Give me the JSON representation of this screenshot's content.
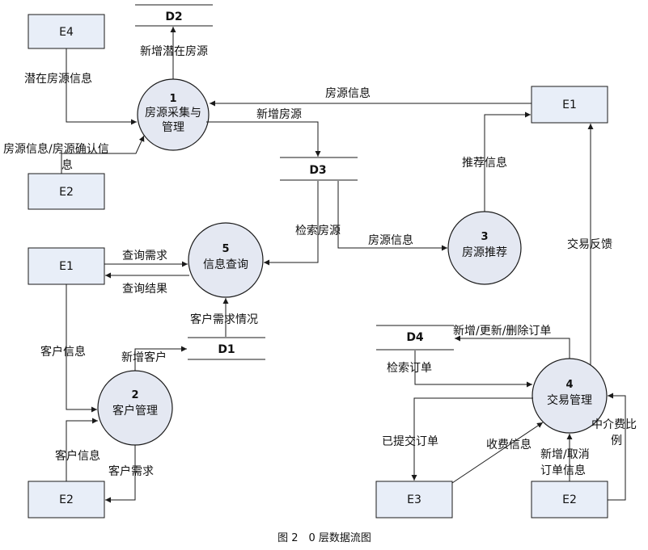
{
  "entities": {
    "e4": "E4",
    "e1_top": "E1",
    "e2_top": "E2",
    "e1_left": "E1",
    "e2_bottom": "E2",
    "e3": "E3",
    "e2_right": "E2"
  },
  "processes": {
    "p1": {
      "num": "1",
      "name_line1": "房源采集与",
      "name_line2": "管理"
    },
    "p2": {
      "num": "2",
      "name": "客户管理"
    },
    "p3": {
      "num": "3",
      "name": "房源推荐"
    },
    "p4": {
      "num": "4",
      "name": "交易管理"
    },
    "p5": {
      "num": "5",
      "name": "信息查询"
    }
  },
  "stores": {
    "d1": "D1",
    "d2": "D2",
    "d3": "D3",
    "d4": "D4"
  },
  "flows": {
    "new_potential_listing": "新增潜在房源",
    "potential_listing_info": "潜在房源信息",
    "listing_confirm_line1": "房源信息/房源确认信",
    "listing_confirm_line2": "息",
    "listing_info_e1": "房源信息",
    "new_listing": "新增房源",
    "recommend_info": "推荐信息",
    "search_listing": "检索房源",
    "listing_info_d3": "房源信息",
    "query_request": "查询需求",
    "query_result": "查询结果",
    "customer_need_status": "客户需求情况",
    "customer_info_e1": "客户信息",
    "new_customer": "新增客户",
    "customer_info_e2": "客户信息",
    "customer_need": "客户需求",
    "trade_feedback": "交易反馈",
    "order_crud": "新增/更新/删除订单",
    "search_order": "检索订单",
    "submitted_order": "已提交订单",
    "fee_info": "收费信息",
    "new_cancel_order_line1": "新增/取消",
    "new_cancel_order_line2": "订单信息",
    "commission_line1": "中介费比",
    "commission_line2": "例"
  },
  "caption": "图 2　0 层数据流图"
}
